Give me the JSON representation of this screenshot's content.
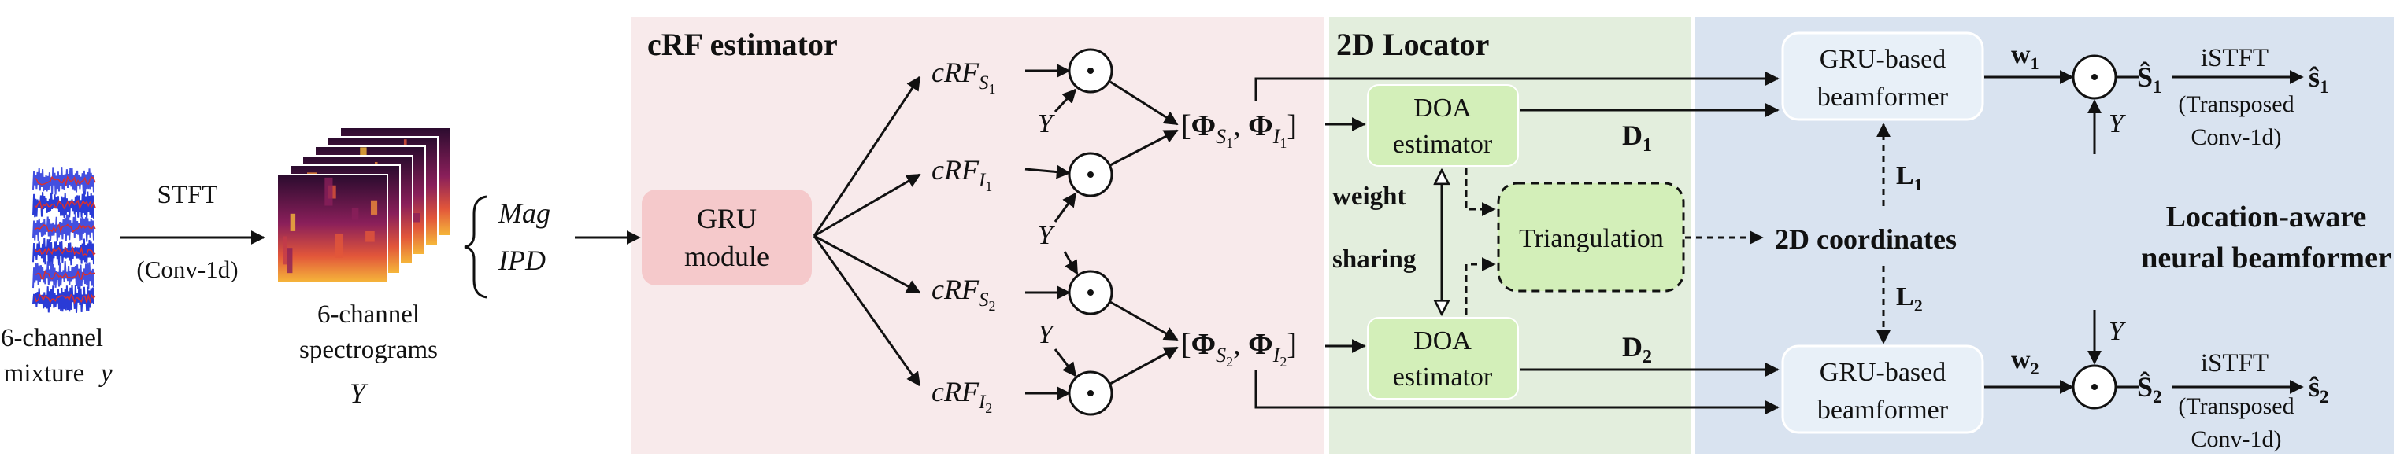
{
  "input": {
    "caption_line1": "6-channel",
    "caption_line2": "mixture",
    "symbol": "y",
    "stft_label": "STFT",
    "stft_sub": "(Conv-1d)"
  },
  "spectrogram": {
    "caption_line1": "6-channel",
    "caption_line2": "spectrograms",
    "symbol": "Y"
  },
  "features": {
    "mag": "Mag",
    "ipd": "IPD"
  },
  "crf_estimator": {
    "title": "cRF estimator",
    "module_line1": "GRU",
    "module_line2": "module",
    "outputs": [
      {
        "base": "cRF",
        "sub": "S",
        "subsub": "1"
      },
      {
        "base": "cRF",
        "sub": "I",
        "subsub": "1"
      },
      {
        "base": "cRF",
        "sub": "S",
        "subsub": "2"
      },
      {
        "base": "cRF",
        "sub": "I",
        "subsub": "2"
      }
    ],
    "y_symbol": "Y",
    "phi_groups": [
      {
        "open": "[",
        "phi": "Φ",
        "sub_a": "S",
        "sub_a_idx": "1",
        "comma": ", ",
        "sub_b": "I",
        "sub_b_idx": "1",
        "close": "]"
      },
      {
        "open": "[",
        "phi": "Φ",
        "sub_a": "S",
        "sub_a_idx": "2",
        "comma": ", ",
        "sub_b": "I",
        "sub_b_idx": "2",
        "close": "]"
      }
    ]
  },
  "locator": {
    "title": "2D Locator",
    "doa_line1": "DOA",
    "doa_line2": "estimator",
    "weight": "weight",
    "sharing": "sharing",
    "triangulation": "Triangulation",
    "d1": "D",
    "d1_idx": "1",
    "d2": "D",
    "d2_idx": "2"
  },
  "beamformer": {
    "coords": "2D coordinates",
    "l1": "L",
    "l1_idx": "1",
    "l2": "L",
    "l2_idx": "2",
    "gru_line1": "GRU-based",
    "gru_line2": "beamformer",
    "w1": "w",
    "w1_idx": "1",
    "w2": "w",
    "w2_idx": "2",
    "y_symbol": "Y",
    "s_hat": "Ŝ",
    "s1_idx": "1",
    "s2_idx": "2",
    "istft": "iSTFT",
    "transposed_line1": "(Transposed",
    "transposed_line2": "Conv-1d)",
    "out": "ŝ",
    "out1_idx": "1",
    "out2_idx": "2",
    "title_line1": "Location-aware",
    "title_line2": "neural beamformer"
  },
  "colors": {
    "crf_bg": "#f8eaeb",
    "locator_bg": "#e3eedd",
    "beam_bg": "#d9e3f0",
    "gru_module": "#f5c9cb",
    "doa_fill": "#d3efb9",
    "tri_fill": "#d3efb9",
    "beam_box": "#e8f0f8"
  }
}
